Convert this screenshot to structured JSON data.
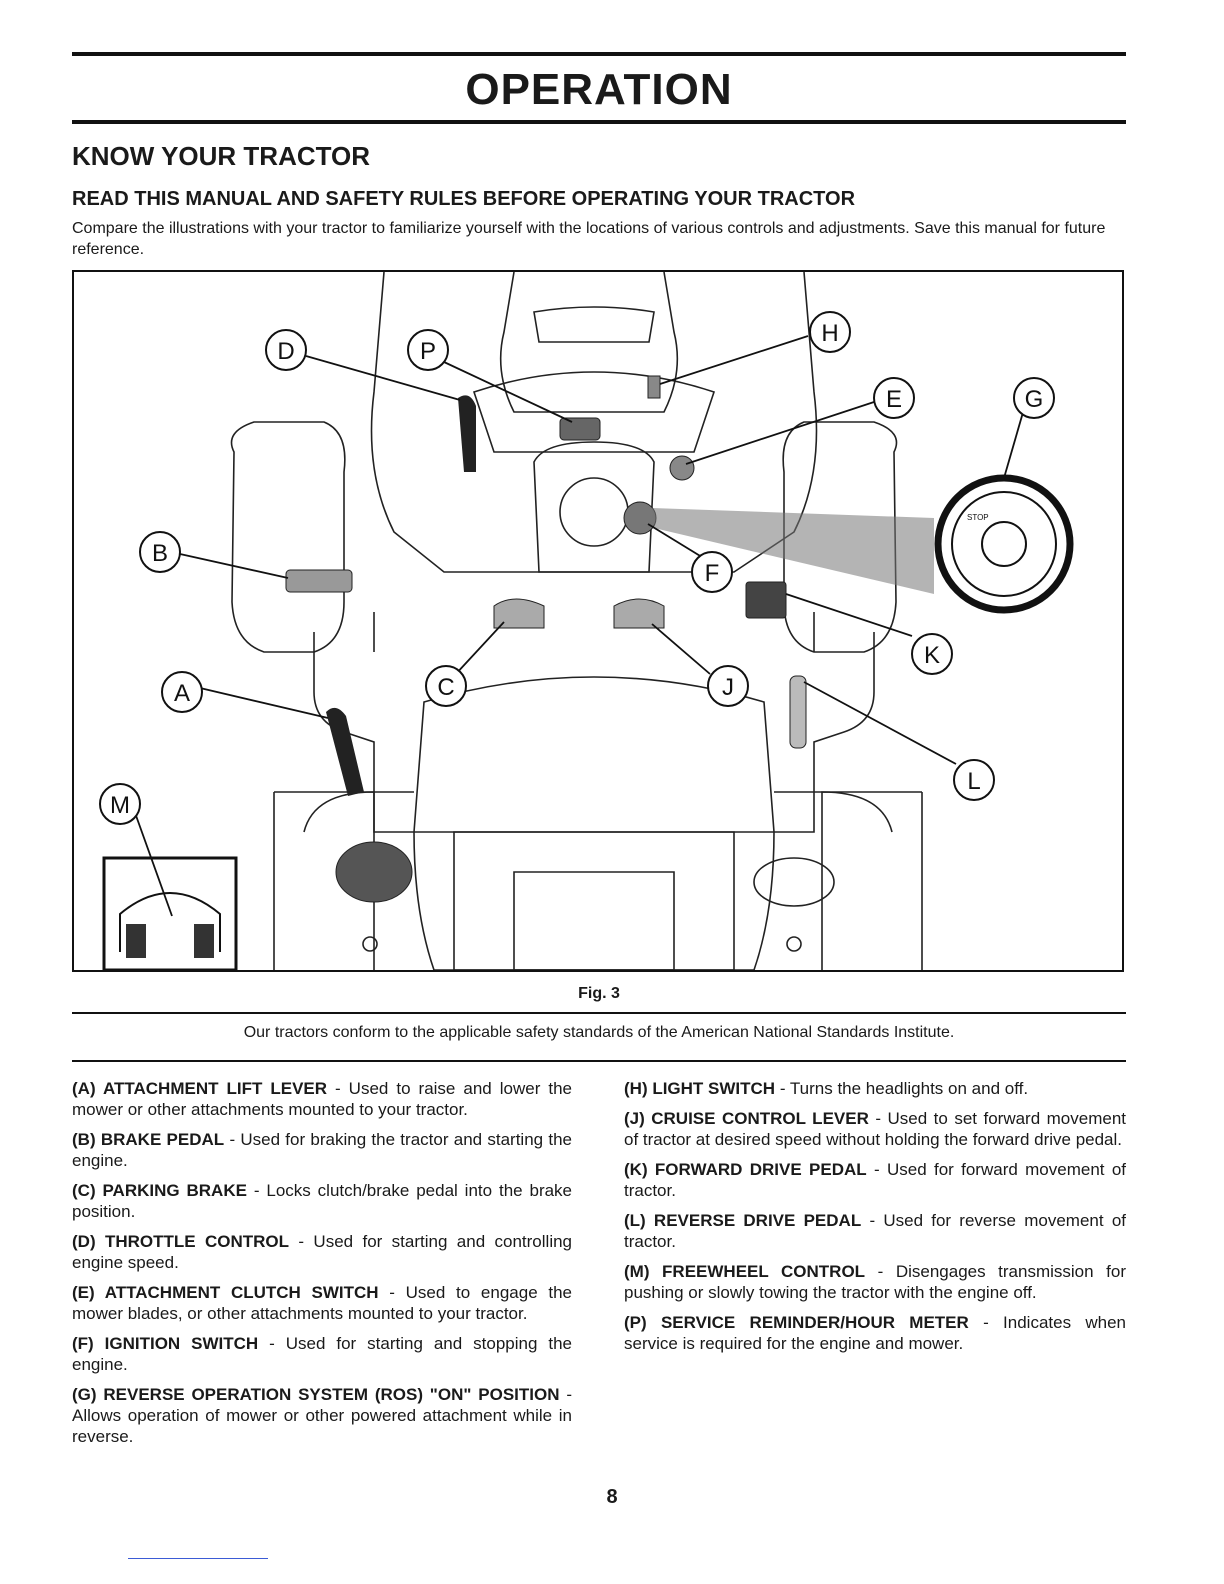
{
  "page_title": "OPERATION",
  "section_title": "KNOW YOUR TRACTOR",
  "subsection_title": "READ THIS MANUAL AND SAFETY RULES BEFORE OPERATING YOUR TRACTOR",
  "intro_text": "Compare the illustrations with your tractor to familiarize yourself with the locations of various controls and adjustments. Save this manual for future reference.",
  "figure": {
    "caption": "Fig. 3",
    "callouts": [
      "A",
      "B",
      "C",
      "D",
      "E",
      "F",
      "G",
      "H",
      "J",
      "K",
      "L",
      "M",
      "P"
    ],
    "ignition_labels": [
      "STOP"
    ]
  },
  "ansi_note": "Our tractors conform to the applicable safety standards of the American National Standards Institute.",
  "controls_left": [
    {
      "label": "(A) ATTACHMENT LIFT LEVER",
      "desc": " - Used to raise and lower the mower or other attachments mounted to your tractor."
    },
    {
      "label": "(B) BRAKE PEDAL",
      "desc": " - Used for braking the tractor and starting the engine."
    },
    {
      "label": "(C) PARKING BRAKE",
      "desc": " - Locks clutch/brake pedal into the brake position."
    },
    {
      "label": "(D) THROTTLE CONTROL",
      "desc": " - Used for starting and controlling engine speed."
    },
    {
      "label": "(E) ATTACHMENT CLUTCH SWITCH",
      "desc": " - Used to engage the mower blades, or other attachments mounted to your tractor."
    },
    {
      "label": "(F) IGNITION SWITCH",
      "desc": " - Used for starting and stopping the engine."
    },
    {
      "label": "(G) REVERSE OPERATION SYSTEM (ROS) \"ON\" POSITION",
      "desc": " - Allows operation of mower or other powered attachment while in reverse."
    }
  ],
  "controls_right": [
    {
      "label": "(H) LIGHT SWITCH",
      "desc": " - Turns the headlights on and off."
    },
    {
      "label": "(J) CRUISE CONTROL LEVER",
      "desc": " - Used to set forward movement of tractor at desired speed without holding the forward drive pedal."
    },
    {
      "label": "(K) FORWARD DRIVE PEDAL",
      "desc": " - Used for forward movement of tractor."
    },
    {
      "label": "(L) REVERSE DRIVE PEDAL",
      "desc": " - Used for reverse movement of tractor."
    },
    {
      "label": "(M) FREEWHEEL CONTROL",
      "desc": " - Disengages transmission for pushing or slowly towing the tractor with the engine off."
    },
    {
      "label": "(P) SERVICE REMINDER/HOUR METER",
      "desc": " - Indicates when service is required for the engine and mower."
    }
  ],
  "page_number": "8"
}
